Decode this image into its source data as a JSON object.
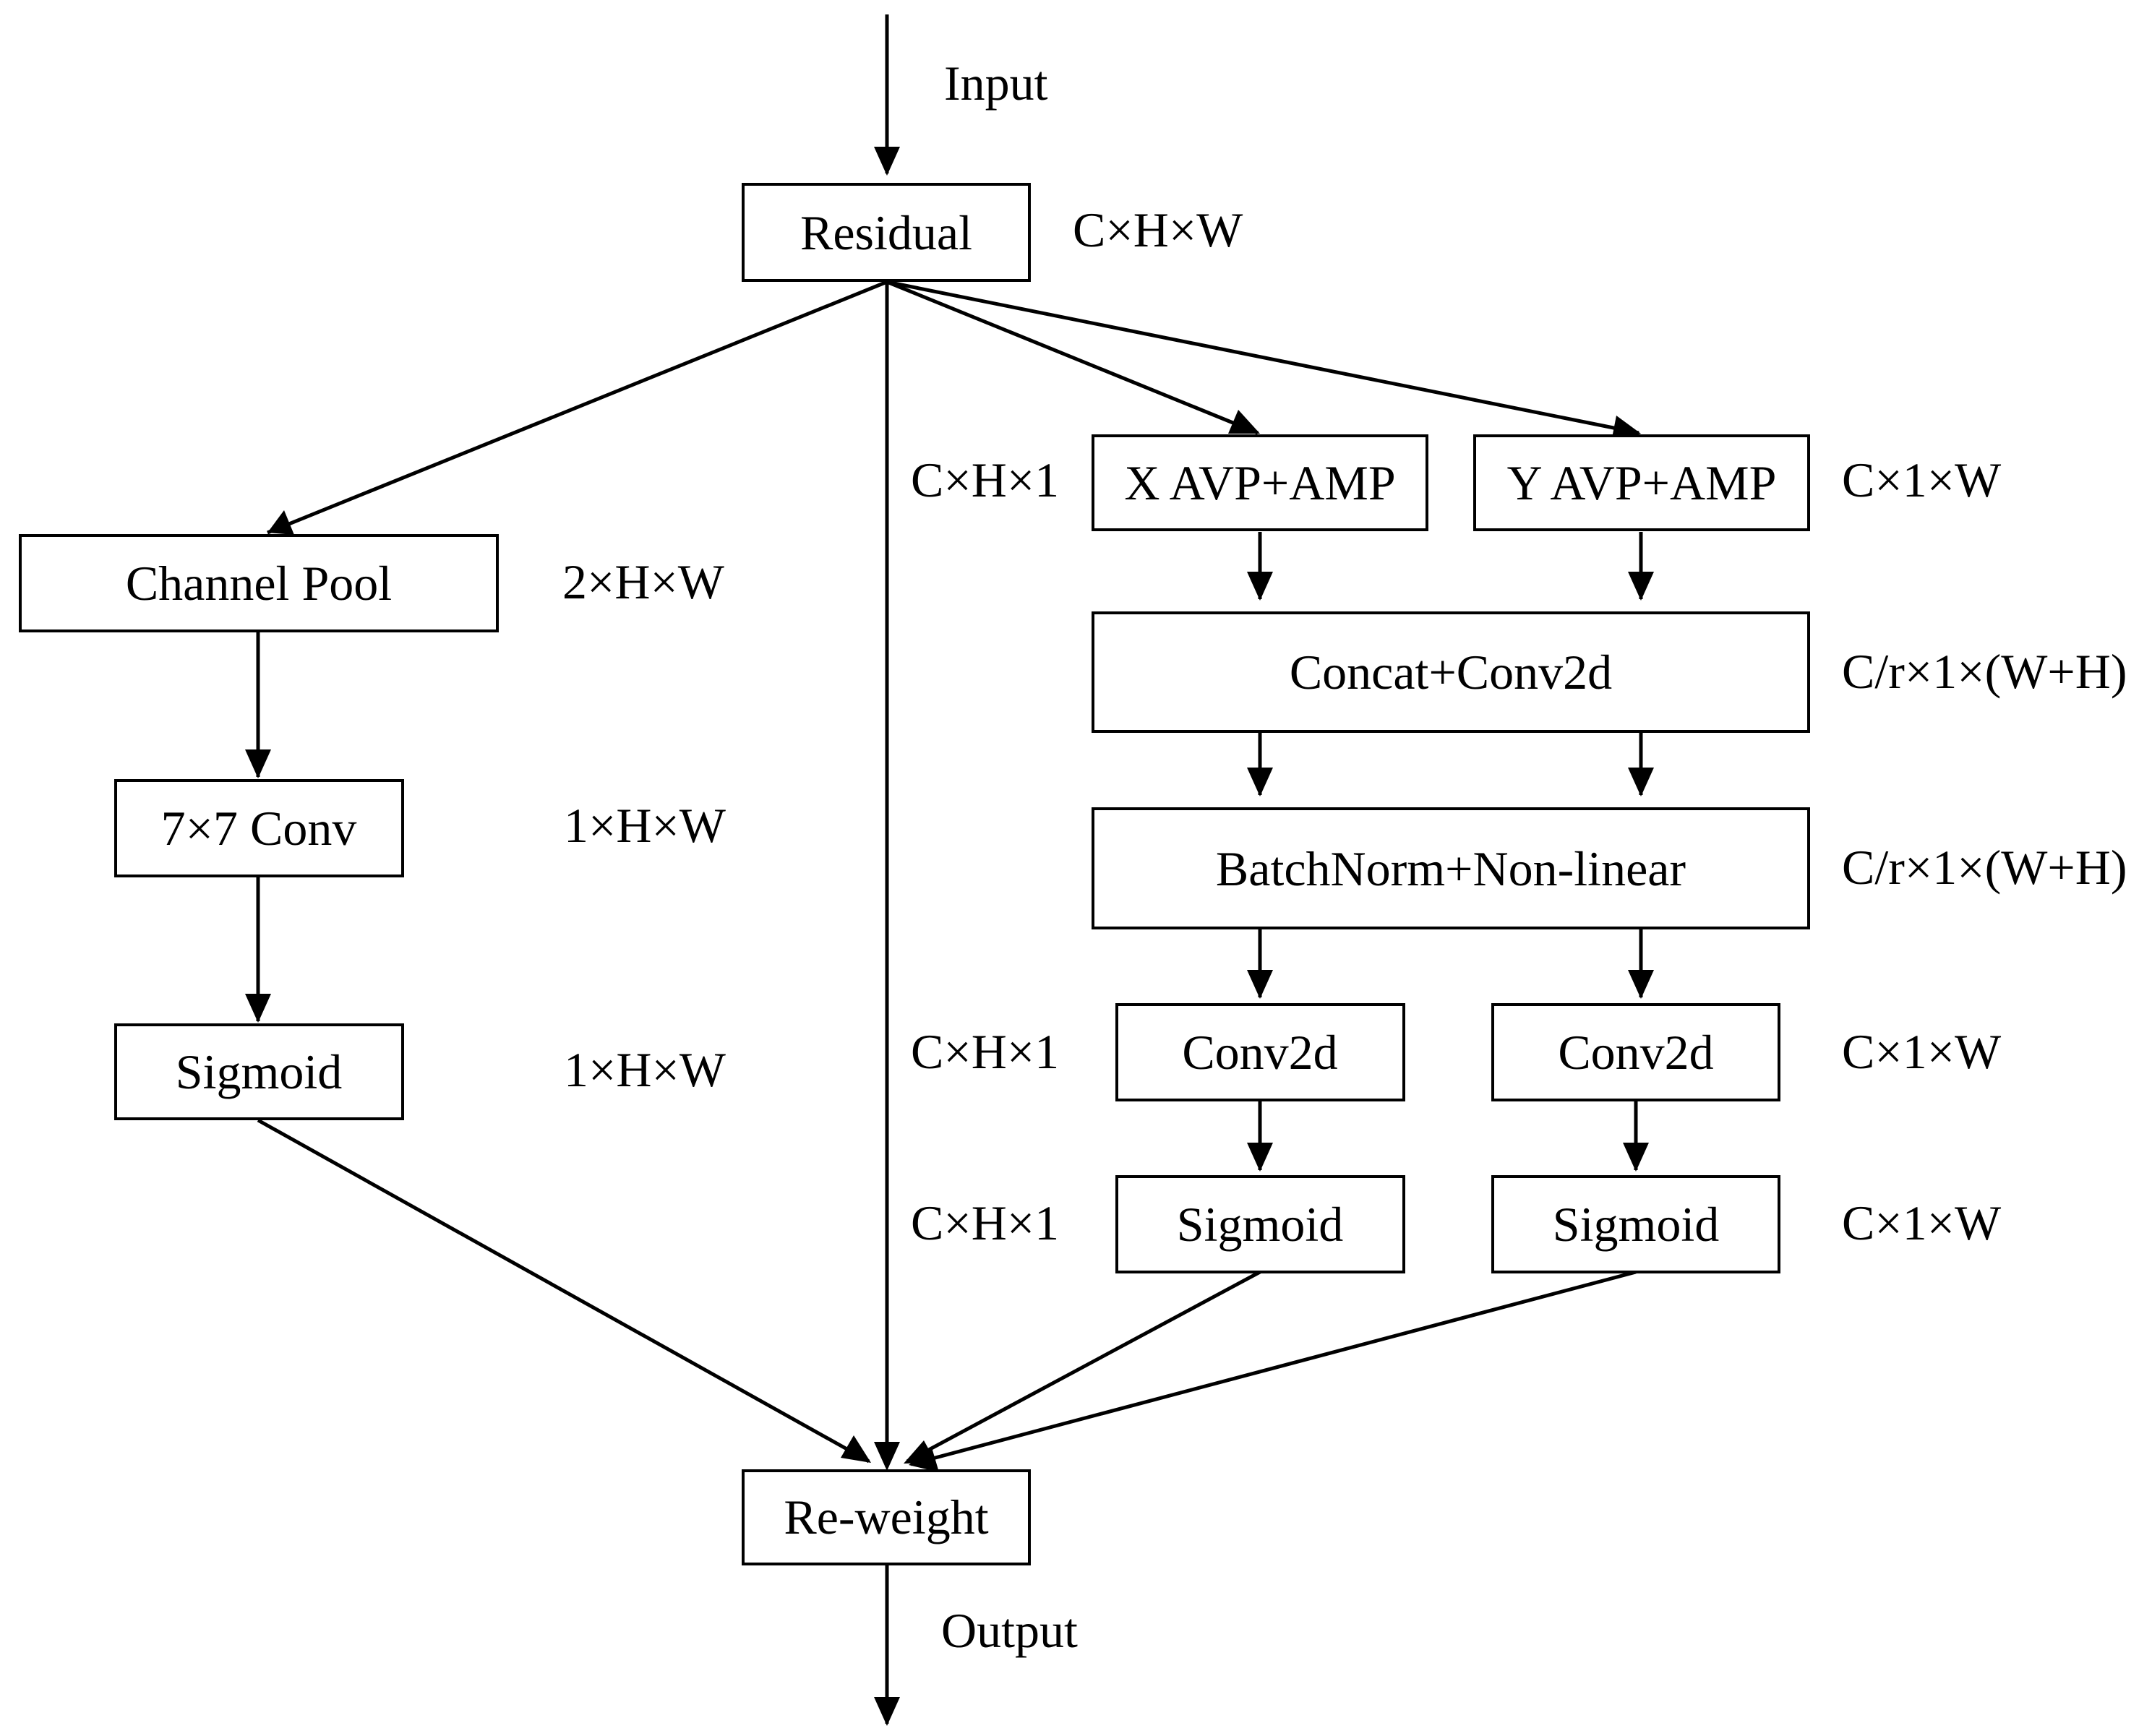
{
  "nodes": {
    "residual": "Residual",
    "channel_pool": "Channel Pool",
    "conv7": "7×7 Conv",
    "sigmoid_left": "Sigmoid",
    "x_pool": "X AVP+AMP",
    "y_pool": "Y AVP+AMP",
    "concat": "Concat+Conv2d",
    "batchnorm": "BatchNorm+Non-linear",
    "conv2d_left": "Conv2d",
    "conv2d_right": "Conv2d",
    "sigmoid_mid": "Sigmoid",
    "sigmoid_right": "Sigmoid",
    "reweight": "Re-weight"
  },
  "flow_labels": {
    "input": "Input",
    "output": "Output"
  },
  "dimensions": {
    "residual": "C×H×W",
    "channel_pool": "2×H×W",
    "conv7": "1×H×W",
    "sigmoid_left": "1×H×W",
    "x_pool": "C×H×1",
    "y_pool": "C×1×W",
    "concat": "C/r×1×(W+H)",
    "batchnorm": "C/r×1×(W+H)",
    "conv2d_left": "C×H×1",
    "conv2d_right": "C×1×W",
    "sigmoid_mid": "C×H×1",
    "sigmoid_right": "C×1×W"
  }
}
